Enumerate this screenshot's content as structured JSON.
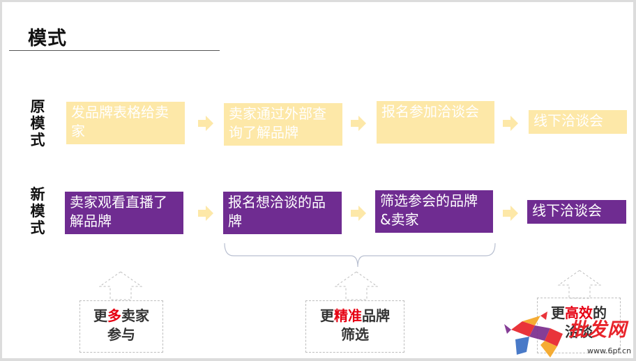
{
  "title": "模式",
  "rows": {
    "old": {
      "label_chars": [
        "原",
        "模",
        "式"
      ],
      "steps": [
        "发品牌表格给卖家",
        "卖家通过外部查询了解品牌",
        "报名参加洽谈会",
        "线下洽谈会"
      ]
    },
    "new": {
      "label_chars": [
        "新",
        "模",
        "式"
      ],
      "steps": [
        "卖家观看直播了解品牌",
        "报名想洽谈的品牌",
        "筛选参会的品牌&卖家",
        "线下洽谈会"
      ]
    }
  },
  "callouts": [
    {
      "prefix": "更",
      "highlight": "多",
      "suffix": "卖家",
      "line2": "参与"
    },
    {
      "prefix": "更",
      "highlight": "精准",
      "suffix": "品牌",
      "line2": "筛选"
    },
    {
      "prefix": "更",
      "highlight": "高效",
      "suffix": "的",
      "line2": "洽谈"
    }
  ],
  "watermark": {
    "text": "批发网",
    "url": "www.6pf.cn"
  },
  "colors": {
    "old_box": "#fde8a8",
    "new_box": "#6f2c91",
    "arrow": "#fde8a8",
    "highlight": "#e60012"
  }
}
